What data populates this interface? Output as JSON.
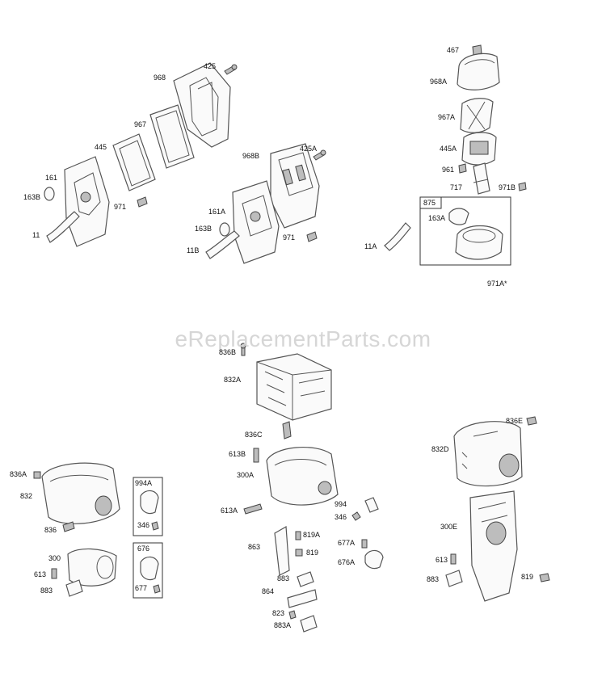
{
  "watermark": "eReplacementParts.com",
  "labels": {
    "l467": "467",
    "l968A": "968A",
    "l967A": "967A",
    "l445A": "445A",
    "l961": "961",
    "l717": "717",
    "l971B": "971B",
    "l875": "875",
    "l163A": "163A",
    "l11A": "11A",
    "l971Astar": "971A*",
    "l425": "425",
    "l968": "968",
    "l967": "967",
    "l445": "445",
    "l161": "161",
    "l163B_left": "163B",
    "l971_left": "971",
    "l11": "11",
    "l968B": "968B",
    "l425A": "425A",
    "l161A": "161A",
    "l163B_mid": "163B",
    "l971_mid": "971",
    "l11B": "11B",
    "l836B": "836B",
    "l832A": "832A",
    "l836C": "836C",
    "l613B": "613B",
    "l300A": "300A",
    "l613A": "613A",
    "l994": "994",
    "l346_mid": "346",
    "l863": "863",
    "l819A": "819A",
    "l819_mid": "819",
    "l677A": "677A",
    "l676A": "676A",
    "l883_mid": "883",
    "l864": "864",
    "l823": "823",
    "l883A": "883A",
    "l836A": "836A",
    "l832": "832",
    "l994A": "994A",
    "l346_left": "346",
    "l836": "836",
    "l676": "676",
    "l677": "677",
    "l300": "300",
    "l613_left": "613",
    "l883_left": "883",
    "l836E": "836E",
    "l832D": "832D",
    "l300E": "300E",
    "l613_right": "613",
    "l883_right": "883",
    "l819_right": "819"
  }
}
